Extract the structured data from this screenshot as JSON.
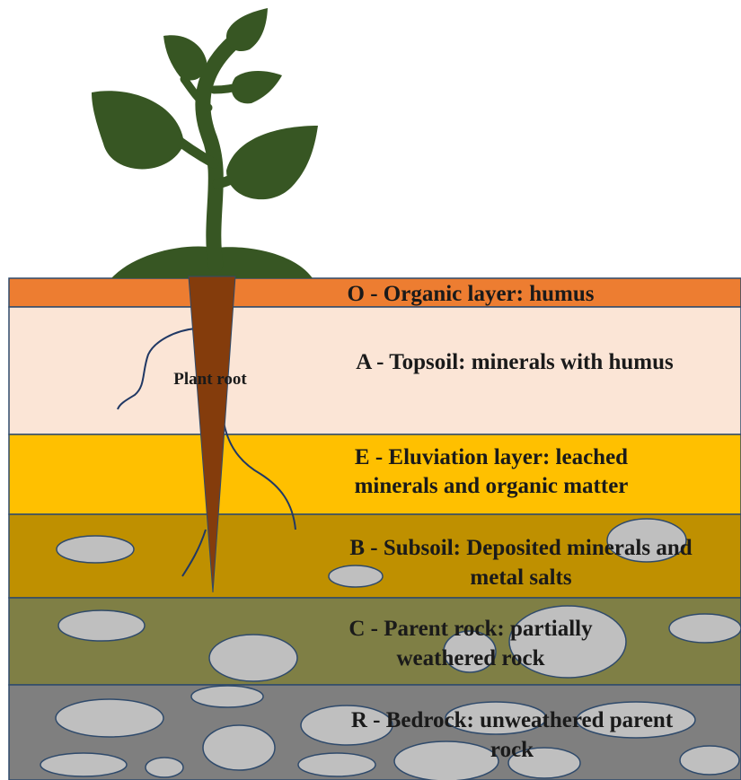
{
  "diagram": {
    "root_label": "Plant root",
    "layers": [
      {
        "id": "O",
        "lines": [
          "O - Organic layer: humus"
        ],
        "color": "#ED7D31"
      },
      {
        "id": "A",
        "lines": [
          "A - Topsoil: minerals with humus"
        ],
        "color": "#FBE5D6"
      },
      {
        "id": "E",
        "lines": [
          "E - Eluviation layer: leached",
          "minerals and organic matter"
        ],
        "color": "#FFC000"
      },
      {
        "id": "B",
        "lines": [
          "B - Subsoil: Deposited minerals and",
          "metal salts"
        ],
        "color": "#BF9000"
      },
      {
        "id": "C",
        "lines": [
          "C - Parent rock: partially",
          "weathered rock"
        ],
        "color": "#7F7F45"
      },
      {
        "id": "R",
        "lines": [
          "R - Bedrock: unweathered parent",
          "rock"
        ],
        "color": "#7F7F7F"
      }
    ],
    "colors": {
      "plant": "#375623",
      "root": "#843C0C",
      "root_hair": "#203864",
      "rock": "#BFBFBF",
      "border": "#2F4A6B"
    }
  }
}
